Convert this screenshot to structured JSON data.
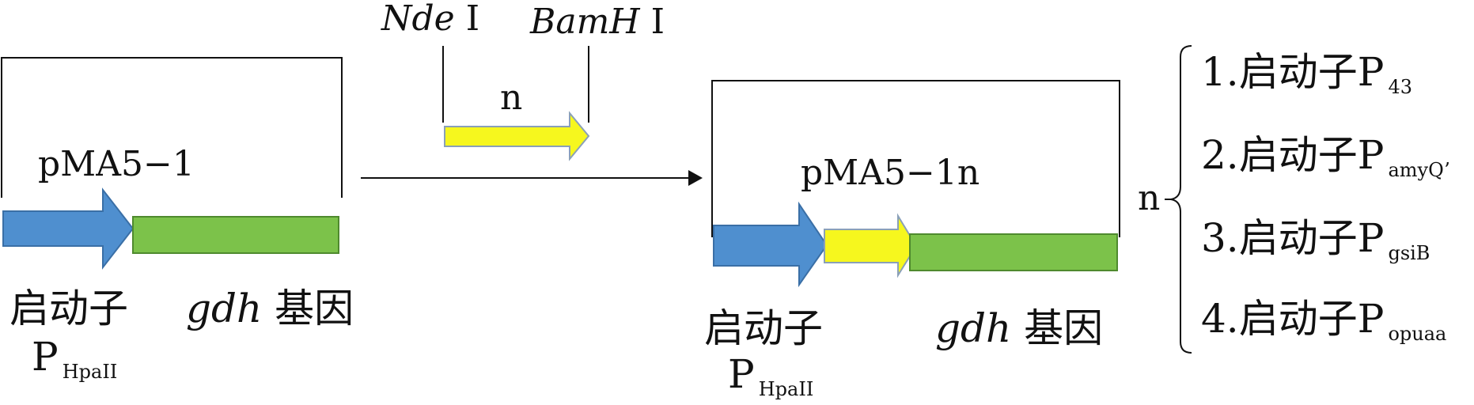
{
  "colors": {
    "promoter_blue": "#4f8fcf",
    "promoter_blue_stroke": "#3a6fa6",
    "gene_green": "#7cc24a",
    "gene_green_stroke": "#4f8a2e",
    "insert_yellow": "#f6f71e",
    "insert_yellow_stroke": "#8aa0b8",
    "line": "#111111"
  },
  "left_plasmid": {
    "name": "pMA5−1",
    "promoter_label": "启动子",
    "promoter_name_main": "P",
    "promoter_name_sub": "HpaII",
    "gene_italic": "gdh",
    "gene_rest": "基因"
  },
  "insert": {
    "site1_italic": "Nde",
    "site1_rest": "Ⅰ",
    "site2_italic": "BamH",
    "site2_rest": "Ⅰ",
    "label": "n"
  },
  "right_plasmid": {
    "name": "pMA5−1n",
    "promoter_label": "启动子",
    "promoter_name_main": "P",
    "promoter_name_sub": "HpaII",
    "gene_italic": "gdh",
    "gene_rest": "基因"
  },
  "options": {
    "n_label": "n",
    "items": [
      {
        "prefix": "1.启动子P",
        "sub": "43"
      },
      {
        "prefix": "2.启动子P",
        "sub": "amyQ’"
      },
      {
        "prefix": "3.启动子P",
        "sub": "gsiB"
      },
      {
        "prefix": "4.启动子P",
        "sub": "opuaa"
      }
    ]
  }
}
